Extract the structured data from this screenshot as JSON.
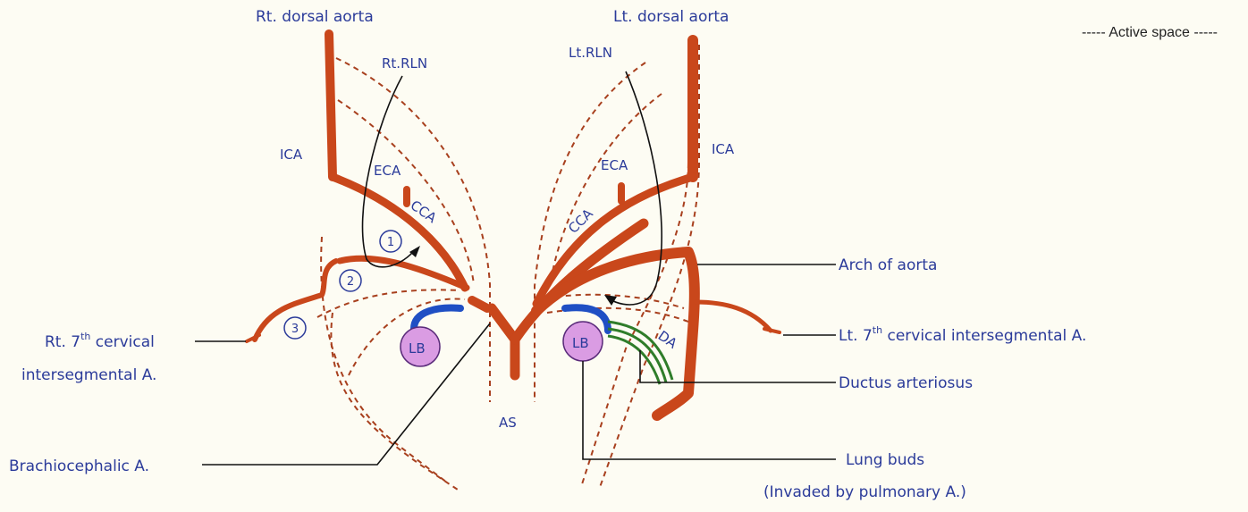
{
  "labels": {
    "rt_dorsal_aorta": "Rt. dorsal aorta",
    "lt_dorsal_aorta": "Lt. dorsal aorta",
    "active_space": "----- Active space -----",
    "rt_rln": "Rt.RLN",
    "lt_rln": "Lt.RLN",
    "ica_left": "ICA",
    "ica_right": "ICA",
    "eca_left": "ECA",
    "eca_right": "ECA",
    "cca_left": "CCA",
    "cca_right": "CCA",
    "arch_of_aorta": "Arch of aorta",
    "rt_7th_line1_pre": "Rt. 7",
    "rt_7th_sup": "th",
    "rt_7th_line1_post": " cervical",
    "rt_7th_line2": "intersegmental A.",
    "lt_7th_pre": "Lt. 7",
    "lt_7th_sup": "th",
    "lt_7th_post": " cervical intersegmental A.",
    "ductus_arteriosus": "Ductus arteriosus",
    "da": "DA",
    "lung_buds": "Lung buds",
    "invaded": "(Invaded by pulmonary A.)",
    "brachiocephalic": "Brachiocephalic A.",
    "as": "AS",
    "lb_left": "LB",
    "lb_right": "LB",
    "num1": "1",
    "num2": "2",
    "num3": "3"
  },
  "colors": {
    "artery": "#c9471b",
    "label": "#2b3b9a",
    "lung_bud": "#da9ce3",
    "pulmonary": "#1f4fc4",
    "ductus": "#2f7d2a",
    "background": "#fdfcf3"
  }
}
